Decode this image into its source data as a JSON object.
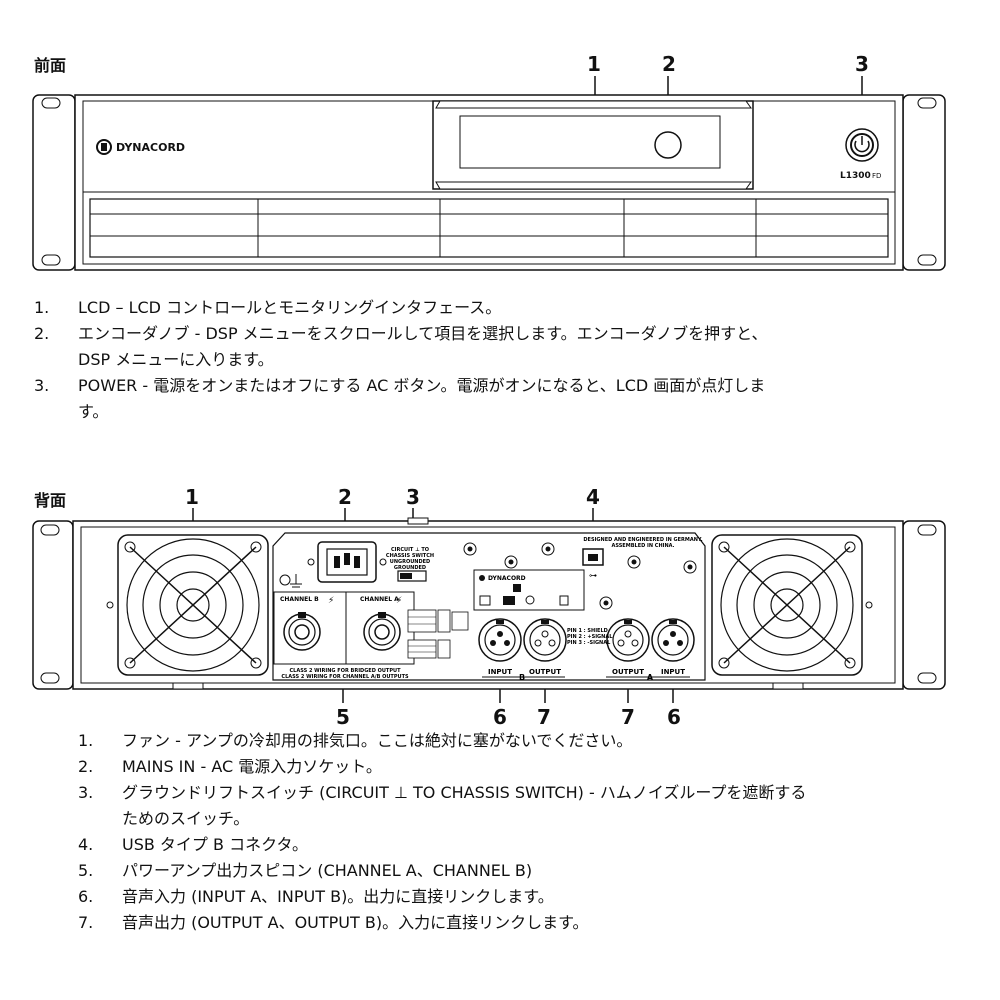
{
  "front": {
    "header": "前面",
    "brand": "DYNACORD",
    "model": "L1300",
    "model_suffix": "FD",
    "callouts": [
      "1",
      "2",
      "3"
    ],
    "items": [
      {
        "num": "1.",
        "lines": [
          "LCD – LCD コントロールとモニタリングインタフェース。"
        ]
      },
      {
        "num": "2.",
        "lines": [
          "エンコーダノブ - DSP メニューをスクロールして項目を選択します。エンコーダノブを押すと、",
          "DSP メニューに入ります。"
        ]
      },
      {
        "num": "3.",
        "lines": [
          "POWER - 電源をオンまたはオフにする AC ボタン。電源がオンになると、LCD 画面が点灯しま",
          "す。"
        ]
      }
    ]
  },
  "rear": {
    "header": "背面",
    "callouts_top": [
      "1",
      "2",
      "3",
      "4"
    ],
    "callouts_bottom": [
      "5",
      "6",
      "7",
      "7",
      "6"
    ],
    "panel": {
      "switch_label_1": "CIRCUIT ⊥ TO",
      "switch_label_2": "CHASSIS SWITCH",
      "switch_label_3": "UNGROUNDED",
      "switch_label_4": "GROUNDED",
      "usb_label_1": "DESIGNED AND ENGINEERED IN GERMANY.",
      "usb_label_2": "ASSEMBLED IN CHINA.",
      "brand": "DYNACORD",
      "channel_b": "CHANNEL B",
      "channel_a": "CHANNEL A",
      "class2_1": "CLASS 2 WIRING FOR BRIDGED OUTPUT",
      "class2_2": "CLASS 2 WIRING FOR CHANNEL A/B OUTPUTS",
      "input": "INPUT",
      "output": "OUTPUT",
      "group_b": "B",
      "group_a": "A",
      "pin1": "PIN 1 : SHIELD",
      "pin2": "PIN 2 : +SIGNAL",
      "pin3": "PIN 3 : -SIGNAL"
    },
    "items": [
      {
        "num": "1.",
        "lines": [
          "ファン - アンプの冷却用の排気口。ここは絶対に塞がないでください。"
        ]
      },
      {
        "num": "2.",
        "lines": [
          "MAINS IN - AC 電源入力ソケット。"
        ]
      },
      {
        "num": "3.",
        "lines": [
          "グラウンドリフトスイッチ (CIRCUIT ⊥ TO CHASSIS SWITCH) - ハムノイズループを遮断する",
          "ためのスイッチ。"
        ]
      },
      {
        "num": "4.",
        "lines": [
          "USB タイプ B コネクタ。"
        ]
      },
      {
        "num": "5.",
        "lines": [
          "パワーアンプ出力スピコン (CHANNEL A、CHANNEL B)"
        ]
      },
      {
        "num": "6.",
        "lines": [
          "音声入力 (INPUT A、INPUT B)。出力に直接リンクします。"
        ]
      },
      {
        "num": "7.",
        "lines": [
          "音声出力 (OUTPUT A、OUTPUT B)。入力に直接リンクします。"
        ]
      }
    ]
  }
}
